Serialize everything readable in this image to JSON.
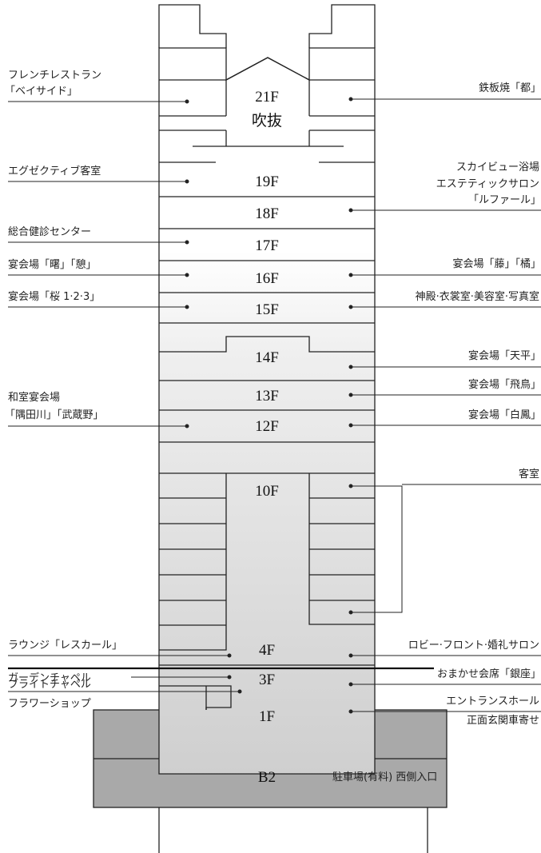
{
  "floors": {
    "f21": "21F",
    "f21_sub": "吹抜",
    "f19": "19F",
    "f18": "18F",
    "f17": "17F",
    "f16": "16F",
    "f15": "15F",
    "f14": "14F",
    "f13": "13F",
    "f12": "12F",
    "f10": "10F",
    "f4": "4F",
    "f3": "3F",
    "f1": "1F",
    "b2": "B2"
  },
  "left_callouts": {
    "french_1": "フレンチレストラン",
    "french_2": "「ベイサイド」",
    "executive": "エグゼクティブ客室",
    "health": "総合健診センター",
    "akebono": "宴会場「曙」「憩」",
    "sakura": "宴会場「桜 1·2·3」",
    "washitsu_1": "和室宴会場",
    "washitsu_2": "「隅田川」「武蔵野」",
    "lounge": "ラウンジ「レスカール」",
    "garden": "ガーデンチャペル",
    "bright": "ブライトチャペル",
    "flower": "フラワーショップ"
  },
  "right_callouts": {
    "teppan": "鉄板焼「都」",
    "spa_1": "スカイビュー浴場",
    "spa_2": "エステティックサロン",
    "spa_3": "「ルファール」",
    "fuji": "宴会場「藤」「橘」",
    "shinden": "神殿·衣裳室·美容室·写真室",
    "tenpyo": "宴会場「天平」",
    "asuka": "宴会場「飛鳥」",
    "hakuho": "宴会場「白鳳」",
    "guest": "客室",
    "lobby": "ロビー·フロント·婚礼サロン",
    "omakase": "おまかせ会席「銀座」",
    "entrance": "エントランスホール",
    "porch": "正面玄関車寄せ"
  },
  "parking": "駐車場(有料) 西側入口"
}
